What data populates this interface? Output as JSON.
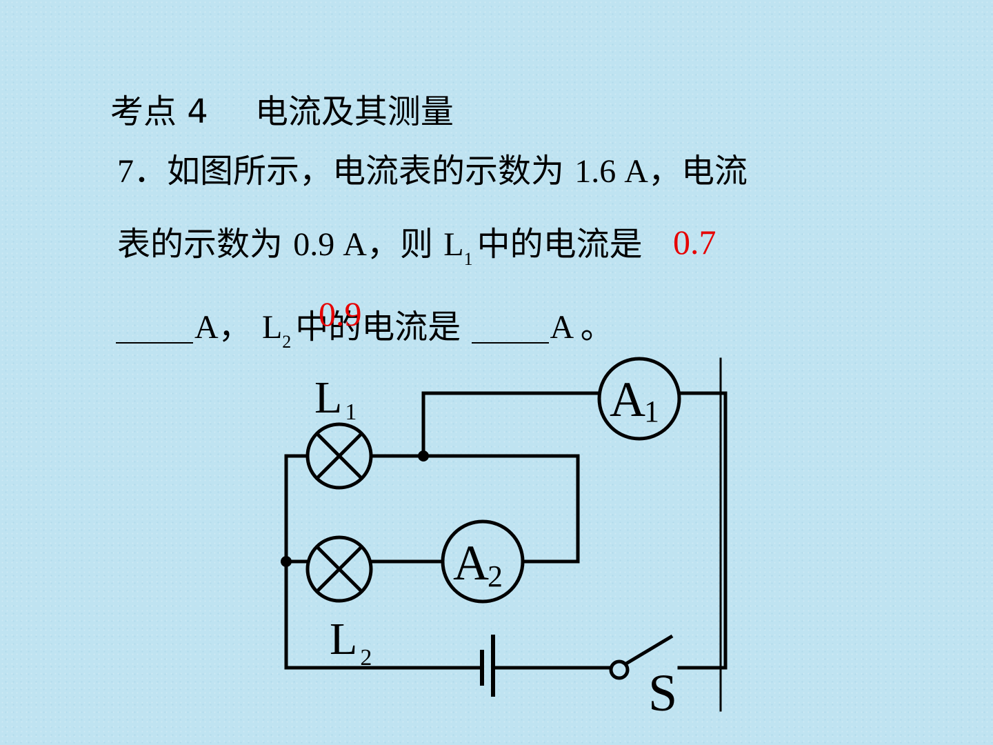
{
  "heading": {
    "number_label": "考点 4",
    "title": "电流及其测量"
  },
  "question": {
    "line1": {
      "number": "7．",
      "text_a": "如图所示，电流表的示数为",
      "value_a1": "1.6 A",
      "text_b": "，电流"
    },
    "line2": {
      "text_a": "表的示数为",
      "value_a2": "0.9 A",
      "text_b": "，则",
      "lamp": "L",
      "lamp_sub": "1",
      "text_c": "中的电流是"
    },
    "line3": {
      "unit_1": "A，",
      "lamp": "L",
      "lamp_sub": "2",
      "text_a": "中的电流是",
      "unit_2": "A 。"
    }
  },
  "answers": {
    "l1_current": "0.7",
    "l2_current": "0.9"
  },
  "circuit": {
    "lamp1_label": "L",
    "lamp1_sub": "1",
    "lamp2_label": "L",
    "lamp2_sub": "2",
    "ammeter1_label": "A",
    "ammeter1_sub": "1",
    "ammeter2_label": "A",
    "ammeter2_sub": "2",
    "switch_label": "S"
  }
}
